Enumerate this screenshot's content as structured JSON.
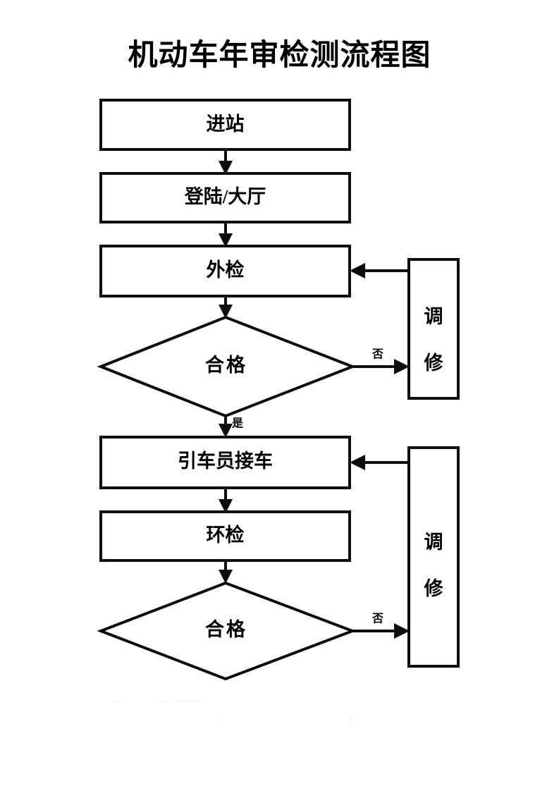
{
  "document": {
    "title": "机动车年审检测流程图",
    "background_color": "#ffffff",
    "ink_color": "#0d0d0d"
  },
  "diagram": {
    "type": "flowchart",
    "orientation": "top-to-bottom",
    "nodes": [
      {
        "id": "n1",
        "shape": "rectangle",
        "label": "进站"
      },
      {
        "id": "n2",
        "shape": "rectangle",
        "label": "登陆/大厅"
      },
      {
        "id": "n3",
        "shape": "rectangle",
        "label": "外检"
      },
      {
        "id": "n4",
        "shape": "diamond",
        "label": "合格"
      },
      {
        "id": "n5",
        "shape": "rectangle-vertical",
        "label": "调修",
        "char1": "调",
        "char2": "修"
      },
      {
        "id": "n6",
        "shape": "rectangle",
        "label": "引车员接车"
      },
      {
        "id": "n7",
        "shape": "rectangle",
        "label": "环检"
      },
      {
        "id": "n8",
        "shape": "diamond",
        "label": "合格"
      },
      {
        "id": "n9",
        "shape": "rectangle-vertical",
        "label": "调修",
        "char1": "调",
        "char2": "修"
      }
    ],
    "edges": [
      {
        "id": "e1",
        "from": "n1",
        "to": "n2",
        "label": ""
      },
      {
        "id": "e2",
        "from": "n2",
        "to": "n3",
        "label": ""
      },
      {
        "id": "e3",
        "from": "n3",
        "to": "n4",
        "label": ""
      },
      {
        "id": "e4",
        "from": "n4",
        "to": "n5",
        "label": "否"
      },
      {
        "id": "e5",
        "from": "n5",
        "to": "n3",
        "label": ""
      },
      {
        "id": "e6",
        "from": "n4",
        "to": "n6",
        "label": "是"
      },
      {
        "id": "e7",
        "from": "n6",
        "to": "n7",
        "label": ""
      },
      {
        "id": "e8",
        "from": "n7",
        "to": "n8",
        "label": ""
      },
      {
        "id": "e9",
        "from": "n8",
        "to": "n9",
        "label": "否"
      },
      {
        "id": "e10",
        "from": "n9",
        "to": "n6",
        "label": ""
      }
    ]
  },
  "labels": {
    "n1": "进站",
    "n2": "登陆/大厅",
    "n3": "外检",
    "n4": "合格",
    "n5_top": "调",
    "n5_bottom": "修",
    "n6": "引车员接车",
    "n7": "环检",
    "n8": "合格",
    "n9_top": "调",
    "n9_bottom": "修",
    "edge_no_1": "否",
    "edge_yes_1": "是",
    "edge_no_2": "否"
  }
}
